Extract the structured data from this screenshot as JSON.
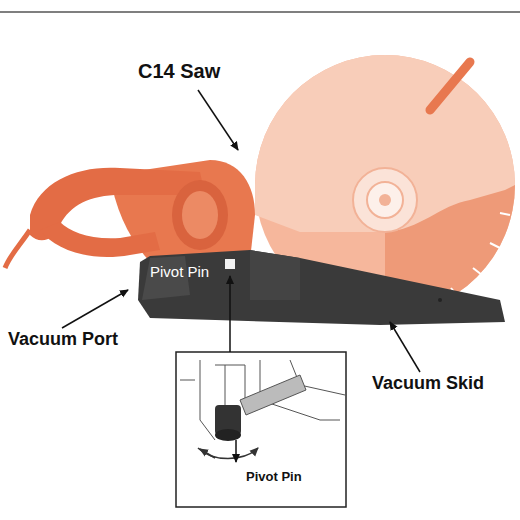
{
  "diagram": {
    "labels": [
      "C14 Saw",
      "Pivot Pin",
      "Vacuum Port",
      "Vacuum Skid",
      "Pivot Pin"
    ]
  }
}
